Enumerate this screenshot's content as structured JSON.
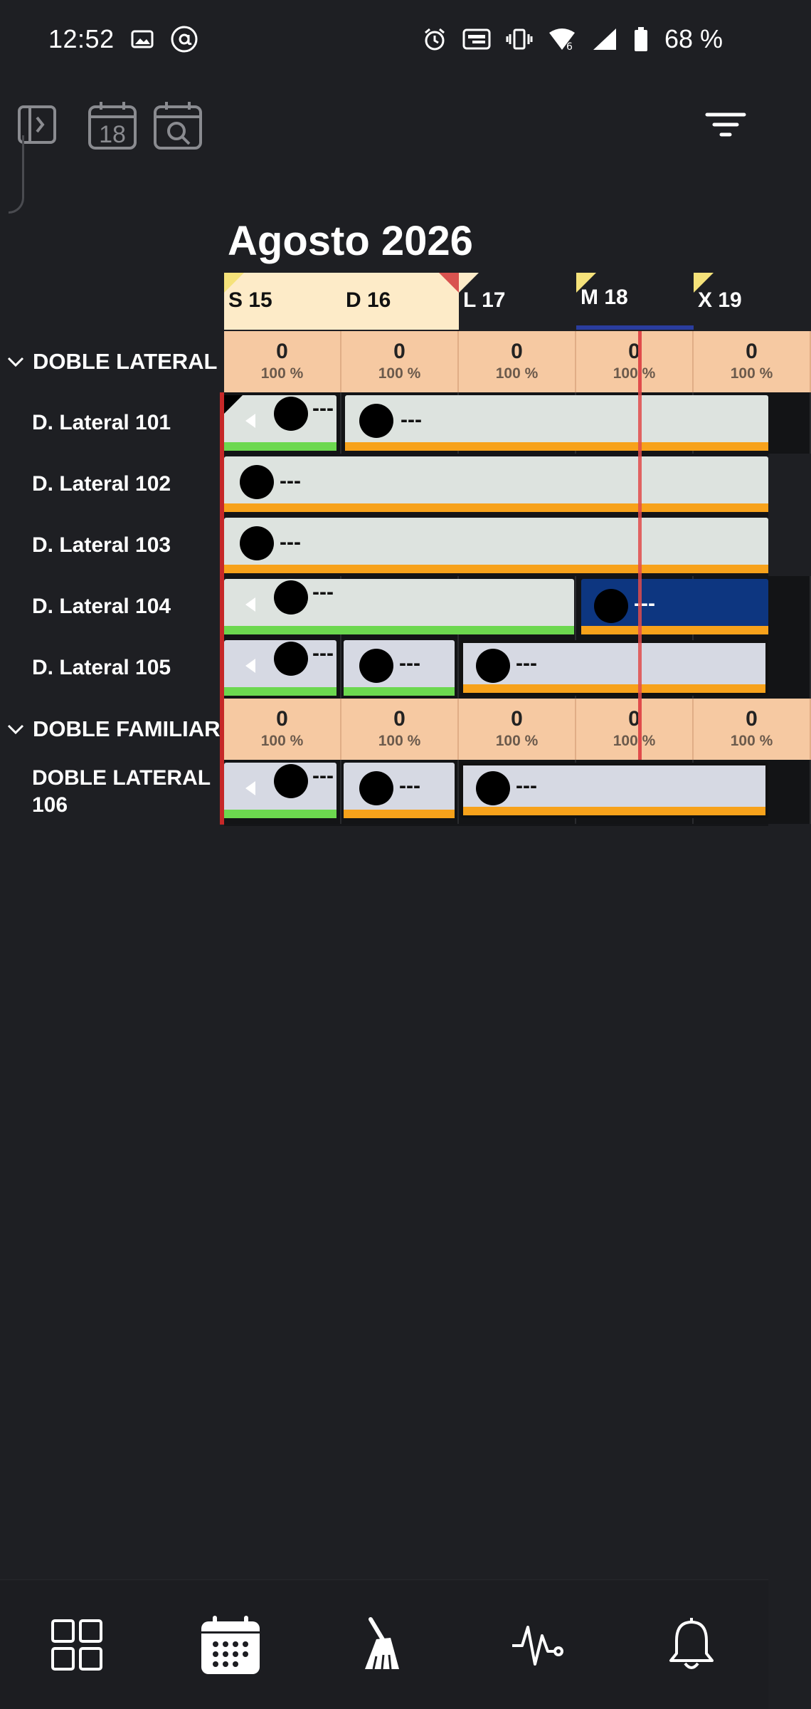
{
  "status_bar": {
    "time": "12:52",
    "battery_percent": "68 %",
    "icons": [
      "image-icon",
      "at-icon",
      "alarm-icon",
      "auto-hz-icon",
      "vibrate-icon",
      "wifi-6-icon",
      "signal-icon",
      "battery-icon"
    ]
  },
  "toolbar": {
    "calendar_day": "18",
    "icons": [
      "sidebar-toggle-icon",
      "calendar-today-icon",
      "calendar-search-icon",
      "filter-icon"
    ]
  },
  "calendar": {
    "month_title": "Agosto 2026",
    "days": [
      {
        "label": "S 15",
        "weekend": true
      },
      {
        "label": "D 16",
        "weekend": true
      },
      {
        "label": "L 17",
        "weekend": false
      },
      {
        "label": "M 18",
        "weekend": false,
        "today": true
      },
      {
        "label": "X 19",
        "weekend": false
      }
    ]
  },
  "groups": [
    {
      "name": "DOBLE LATERAL",
      "occupancy": [
        {
          "num": "0",
          "pct": "100 %"
        },
        {
          "num": "0",
          "pct": "100 %"
        },
        {
          "num": "0",
          "pct": "100 %"
        },
        {
          "num": "0",
          "pct": "100 %"
        },
        {
          "num": "0",
          "pct": "100 %"
        }
      ],
      "rooms": [
        "D. Lateral 101",
        "D. Lateral 102",
        "D. Lateral 103",
        "D. Lateral 104",
        "D. Lateral 105"
      ]
    },
    {
      "name": "DOBLE FAMILIAR",
      "occupancy": [
        {
          "num": "0",
          "pct": "100 %"
        },
        {
          "num": "0",
          "pct": "100 %"
        },
        {
          "num": "0",
          "pct": "100 %"
        },
        {
          "num": "0",
          "pct": "100 %"
        },
        {
          "num": "0",
          "pct": "100 %"
        }
      ],
      "rooms": [
        "DOBLE LATERAL 106"
      ]
    }
  ],
  "booking_label": "---",
  "bottom_nav": [
    "dashboard-icon",
    "calendar-icon",
    "housekeeping-icon",
    "activity-icon",
    "notifications-icon"
  ],
  "colors": {
    "background": "#1e1f23",
    "occupancy": "#f6c9a2",
    "booking": "#dde3df",
    "booking_alt": "#d6d9e3",
    "booking_blue": "#0d3680",
    "bar_orange": "#f7a21b",
    "bar_green": "#6cd84f",
    "today_line": "#e04b4b"
  }
}
